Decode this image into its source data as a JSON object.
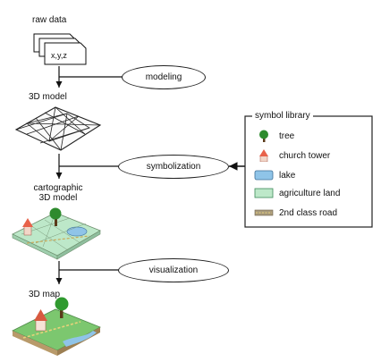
{
  "steps": {
    "raw_data": "raw data",
    "file_text": "x,y,z",
    "model_3d": "3D model",
    "cartographic_line1": "cartographic",
    "cartographic_line2": "3D model",
    "map_3d": "3D map"
  },
  "processes": {
    "modeling": "modeling",
    "symbolization": "symbolization",
    "visualization": "visualization"
  },
  "symbol_library": {
    "title": "symbol library",
    "items": [
      {
        "label": "tree",
        "icon": "tree-icon",
        "color": "#2e8b2e"
      },
      {
        "label": "church tower",
        "icon": "church-tower-icon",
        "color": "#e8624a"
      },
      {
        "label": "lake",
        "icon": "lake-icon",
        "color": "#8fc4e8"
      },
      {
        "label": "agriculture land",
        "icon": "agriculture-land-icon",
        "color": "#bde8c9"
      },
      {
        "label": "2nd class road",
        "icon": "road-icon",
        "color": "#a89a7c"
      }
    ]
  }
}
